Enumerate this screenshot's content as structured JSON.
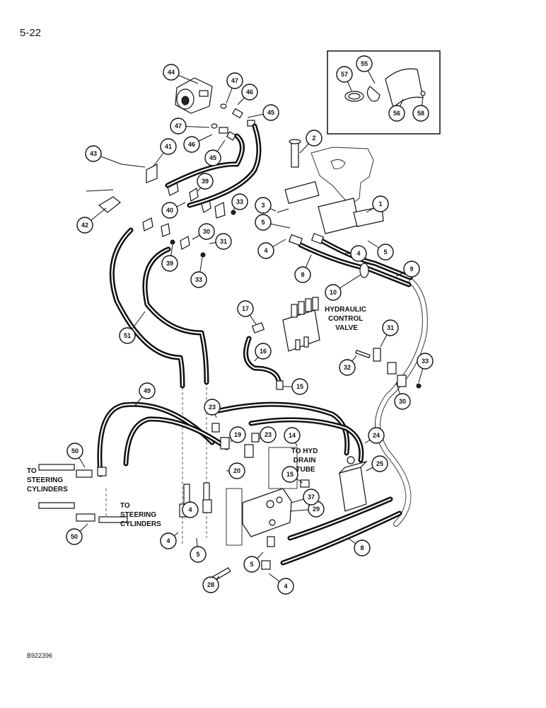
{
  "page_number": "5-22",
  "document_code": "B922396",
  "labels": {
    "hydraulic_control_valve": [
      "HYDRAULIC",
      "CONTROL",
      "VALVE"
    ],
    "to_hyd_drain_tube": [
      "TO HYD",
      "DRAIN",
      "TUBE"
    ],
    "to_steering_cylinders_left": [
      "TO",
      "STEERING",
      "CYLINDERS"
    ],
    "to_steering_cylinders_bottom": [
      "TO",
      "STEERING",
      "CYLINDERS"
    ]
  },
  "callouts": [
    "1",
    "2",
    "3",
    "4",
    "5",
    "8",
    "9",
    "10",
    "14",
    "15",
    "16",
    "17",
    "19",
    "20",
    "23",
    "24",
    "25",
    "28",
    "29",
    "30",
    "31",
    "32",
    "33",
    "37",
    "39",
    "40",
    "41",
    "42",
    "43",
    "44",
    "45",
    "46",
    "47",
    "49",
    "50",
    "51",
    "55",
    "56",
    "57",
    "58"
  ]
}
